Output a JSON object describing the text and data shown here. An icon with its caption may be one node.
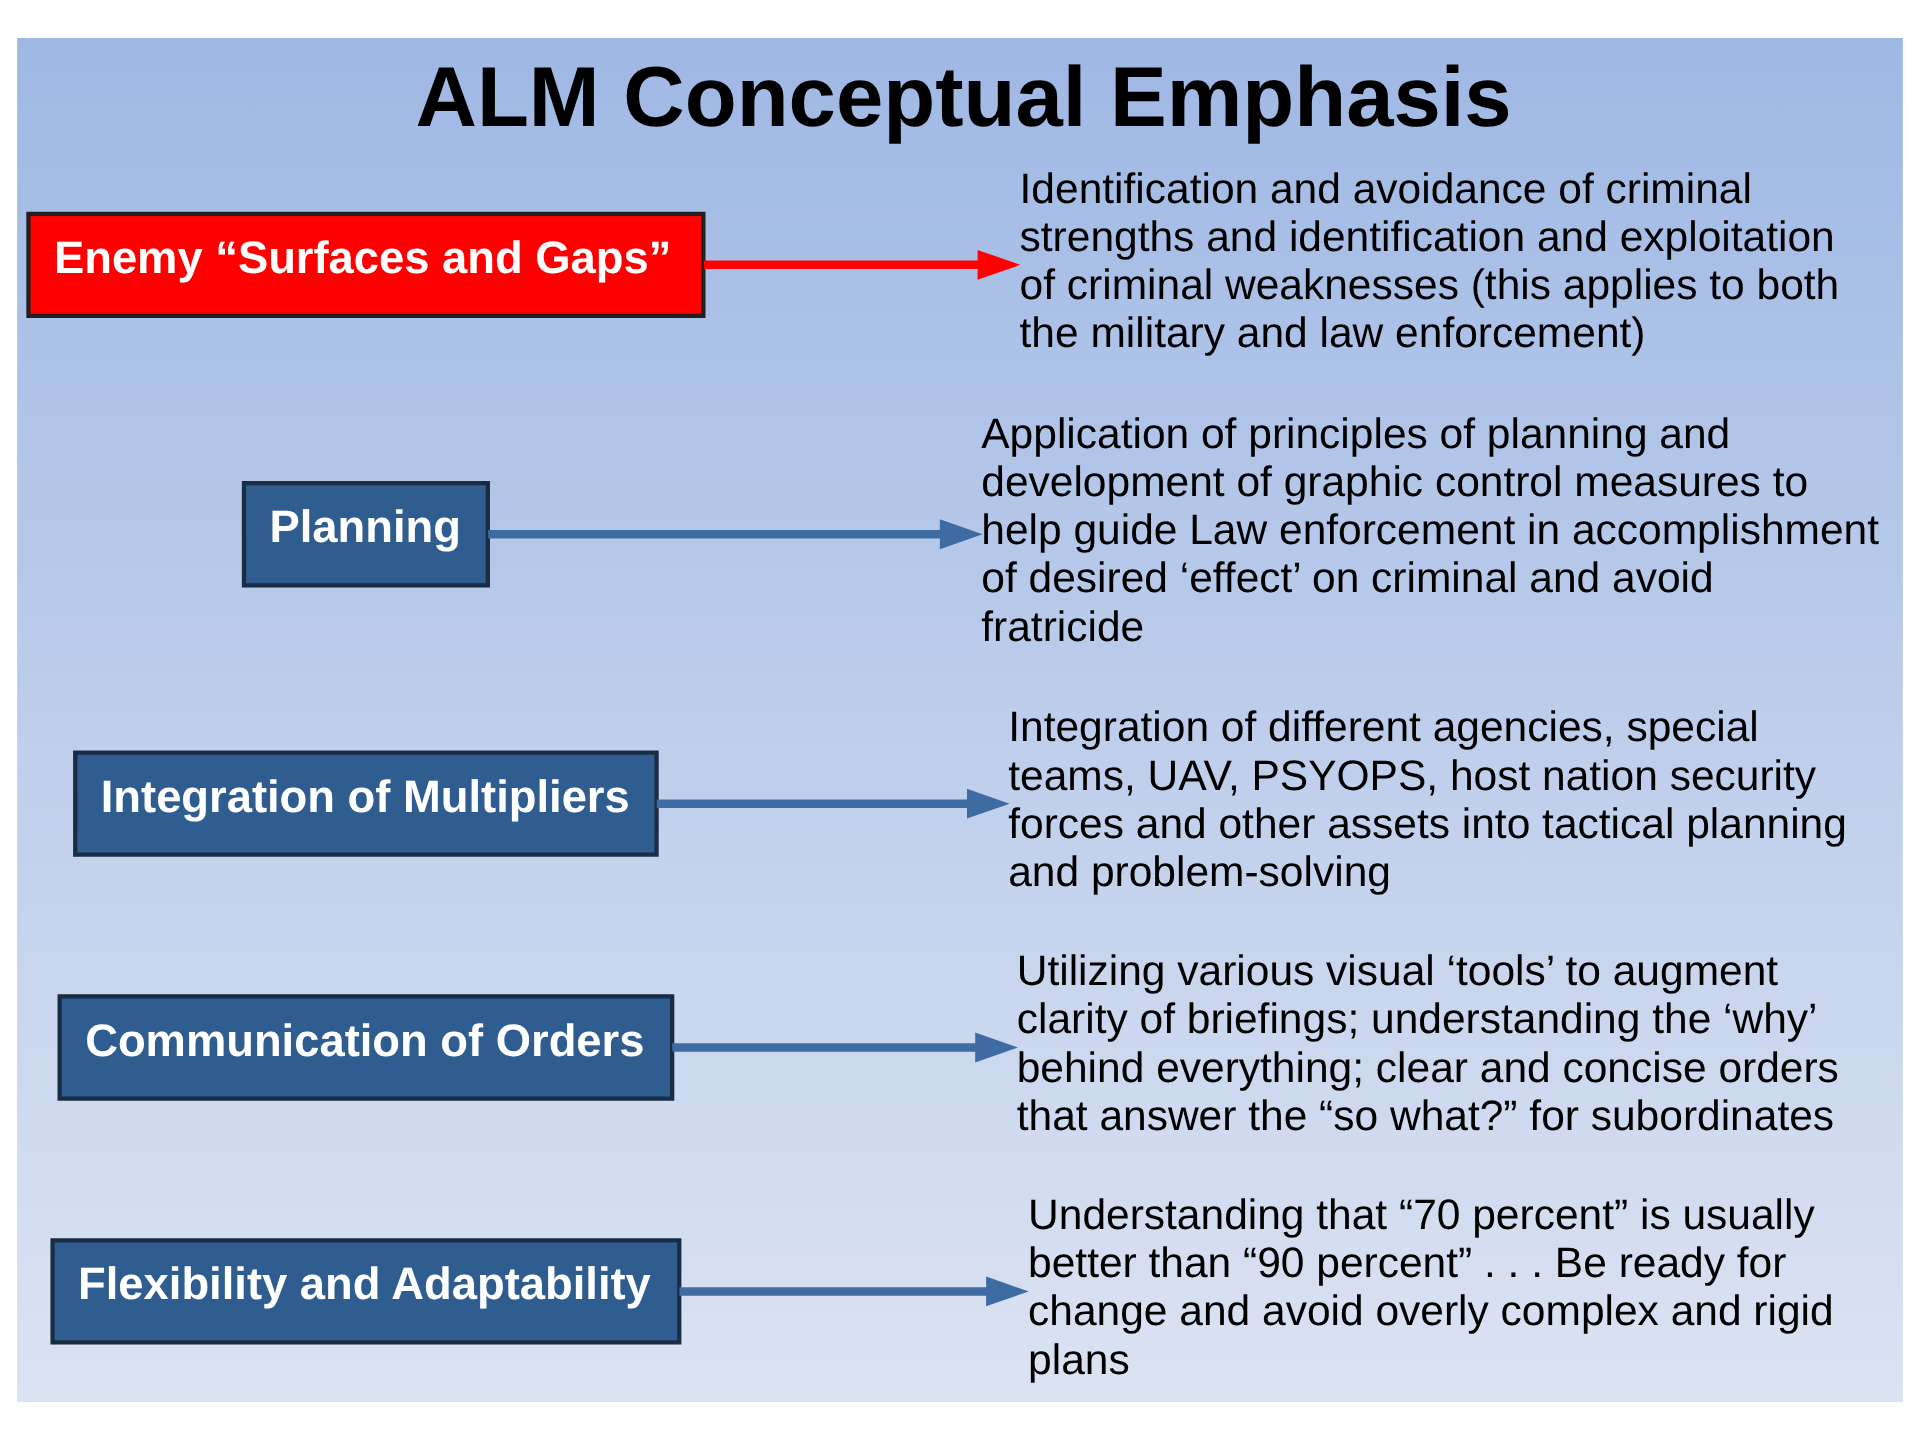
{
  "diagram": {
    "title": "ALM Conceptual Emphasis",
    "nodes": [
      {
        "text": [
          "Enemy “Surfaces and Gaps”"
        ]
      },
      {
        "text": [
          "Identification and avoidance of criminal strengths and identification and exploitation of criminal weaknesses (this applies to both the military and law enforcement)"
        ]
      },
      {
        "text": [
          "Planning"
        ]
      },
      {
        "text": [
          "Application of principles of planning and development of graphic control measures to help guide Law enforcement in accomplishment of desired ‘effect’ on criminal and avoid fratricide"
        ]
      },
      {
        "text": [
          "Integration of Multipliers"
        ]
      },
      {
        "text": [
          "Integration of different agencies, special teams, UAV, PSYOPS, host nation security forces and other assets into tactical planning and problem-solving"
        ]
      },
      {
        "text": [
          "Communication of Orders"
        ]
      },
      {
        "text": [
          "Utilizing various visual ‘tools’ to augment clarity of briefings; understanding the ‘why’ behind everything; clear and concise orders that answer the “so what?” for subordinates"
        ]
      },
      {
        "text": [
          "Flexibility and Adaptability"
        ]
      },
      {
        "text": [
          "Understanding that “70 percent” is usually better than “90 percent” . . . Be ready for change and avoid overly complex and rigid plans"
        ]
      }
    ],
    "edges": [
      {
        "from": 0,
        "to": 1,
        "arrow": "to",
        "color": "#ff0000"
      },
      {
        "from": 2,
        "to": 3,
        "arrow": "to"
      },
      {
        "from": 4,
        "to": 5,
        "arrow": "to"
      },
      {
        "from": 6,
        "to": 7,
        "arrow": "to"
      },
      {
        "from": 8,
        "to": 9,
        "arrow": "to"
      }
    ]
  }
}
